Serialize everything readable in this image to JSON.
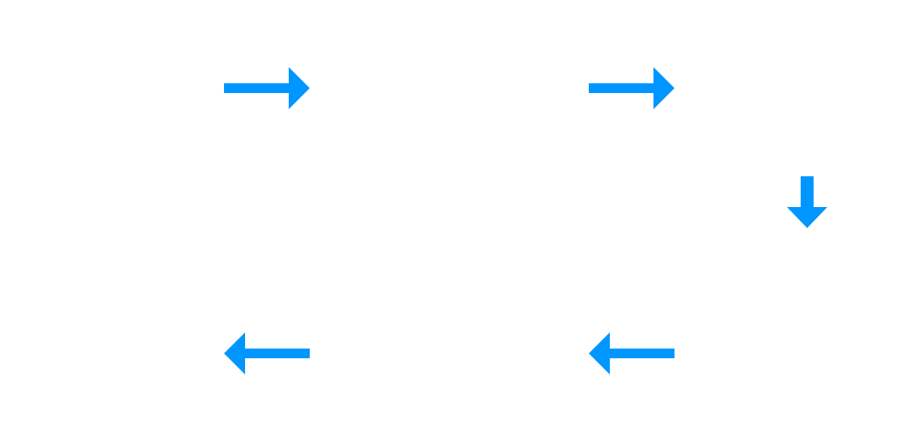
{
  "diagram": {
    "arrows": [
      {
        "id": "arrow-1",
        "direction": "right",
        "icon": "arrow-right-icon"
      },
      {
        "id": "arrow-2",
        "direction": "right",
        "icon": "arrow-right-icon"
      },
      {
        "id": "arrow-3",
        "direction": "down",
        "icon": "arrow-down-icon"
      },
      {
        "id": "arrow-4",
        "direction": "left",
        "icon": "arrow-left-icon"
      },
      {
        "id": "arrow-5",
        "direction": "left",
        "icon": "arrow-left-icon"
      }
    ],
    "colors": {
      "arrow": "#0096ff",
      "background": "#ffffff"
    }
  }
}
